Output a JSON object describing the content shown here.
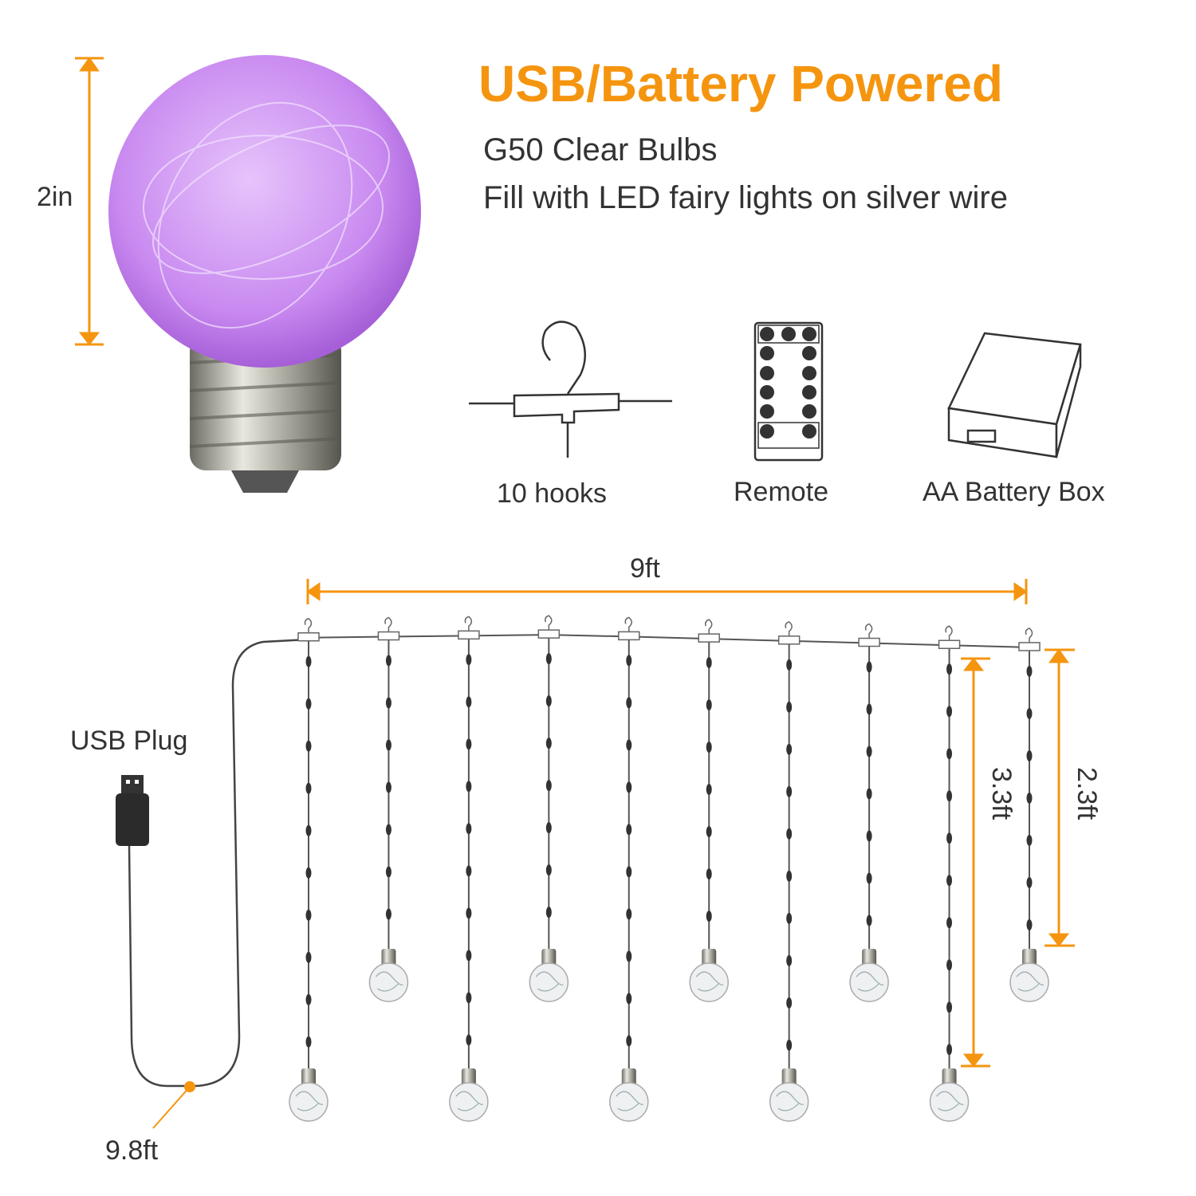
{
  "header": {
    "title": "USB/Battery Powered",
    "subtitle_1": "G50 Clear Bulbs",
    "subtitle_2": "Fill with LED fairy lights on silver wire"
  },
  "bulb": {
    "height_label": "2in",
    "glass_color": "#c98af0"
  },
  "accessories": [
    {
      "label": "10 hooks",
      "icon": "hook-icon"
    },
    {
      "label": "Remote",
      "icon": "remote-icon"
    },
    {
      "label": "AA Battery Box",
      "icon": "battery-box-icon"
    }
  ],
  "dimensions": {
    "width_label": "9ft",
    "long_strand_label": "3.3ft",
    "short_strand_label": "2.3ft",
    "cable_label": "9.8ft",
    "usb_label": "USB Plug"
  },
  "strand_count": 10,
  "colors": {
    "accent": "#f5950f",
    "text": "#333333"
  }
}
